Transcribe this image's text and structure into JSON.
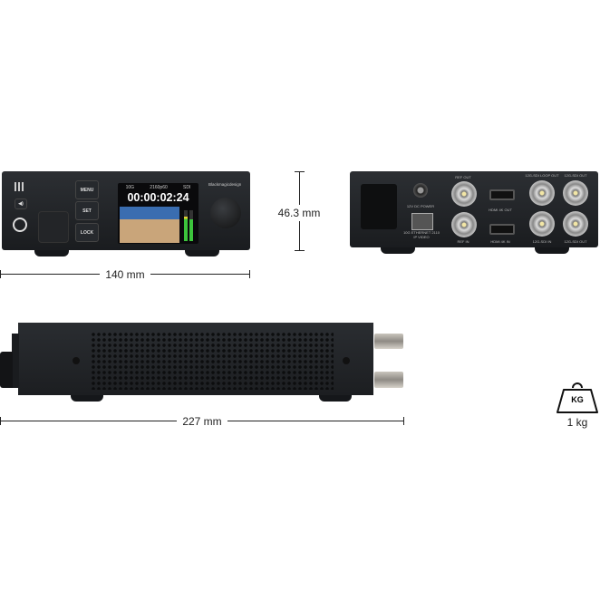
{
  "front": {
    "buttons": [
      "MENU",
      "SET",
      "LOCK"
    ],
    "screen": {
      "network": "10G",
      "format": "2160p60",
      "input": "SDI",
      "timecode": "00:00:02:24"
    },
    "brand": "Blackmagicdesign"
  },
  "rear": {
    "labels": {
      "ref_out": "REF OUT",
      "ref_in": "REF IN",
      "power": "12V DC POWER",
      "ethernet": "10G ETHERNET 2110 IP VIDEO",
      "hdmi_out": "HDMI 4K OUT",
      "hdmi_in": "HDMI 4K IN",
      "sdi_loop": "12G-SDI LOOP OUT",
      "sdi_out_top": "12G-SDI OUT",
      "sdi_in": "12G-SDI IN",
      "sdi_out_bottom": "12G-SDI OUT"
    }
  },
  "dimensions": {
    "width": "140 mm",
    "height": "46.3 mm",
    "depth": "227 mm"
  },
  "weight": {
    "icon_text": "KG",
    "value": "1 kg"
  },
  "colors": {
    "body": "#1e2023",
    "meter_green": "#3cc43c",
    "meter_yellow": "#e0d030"
  }
}
